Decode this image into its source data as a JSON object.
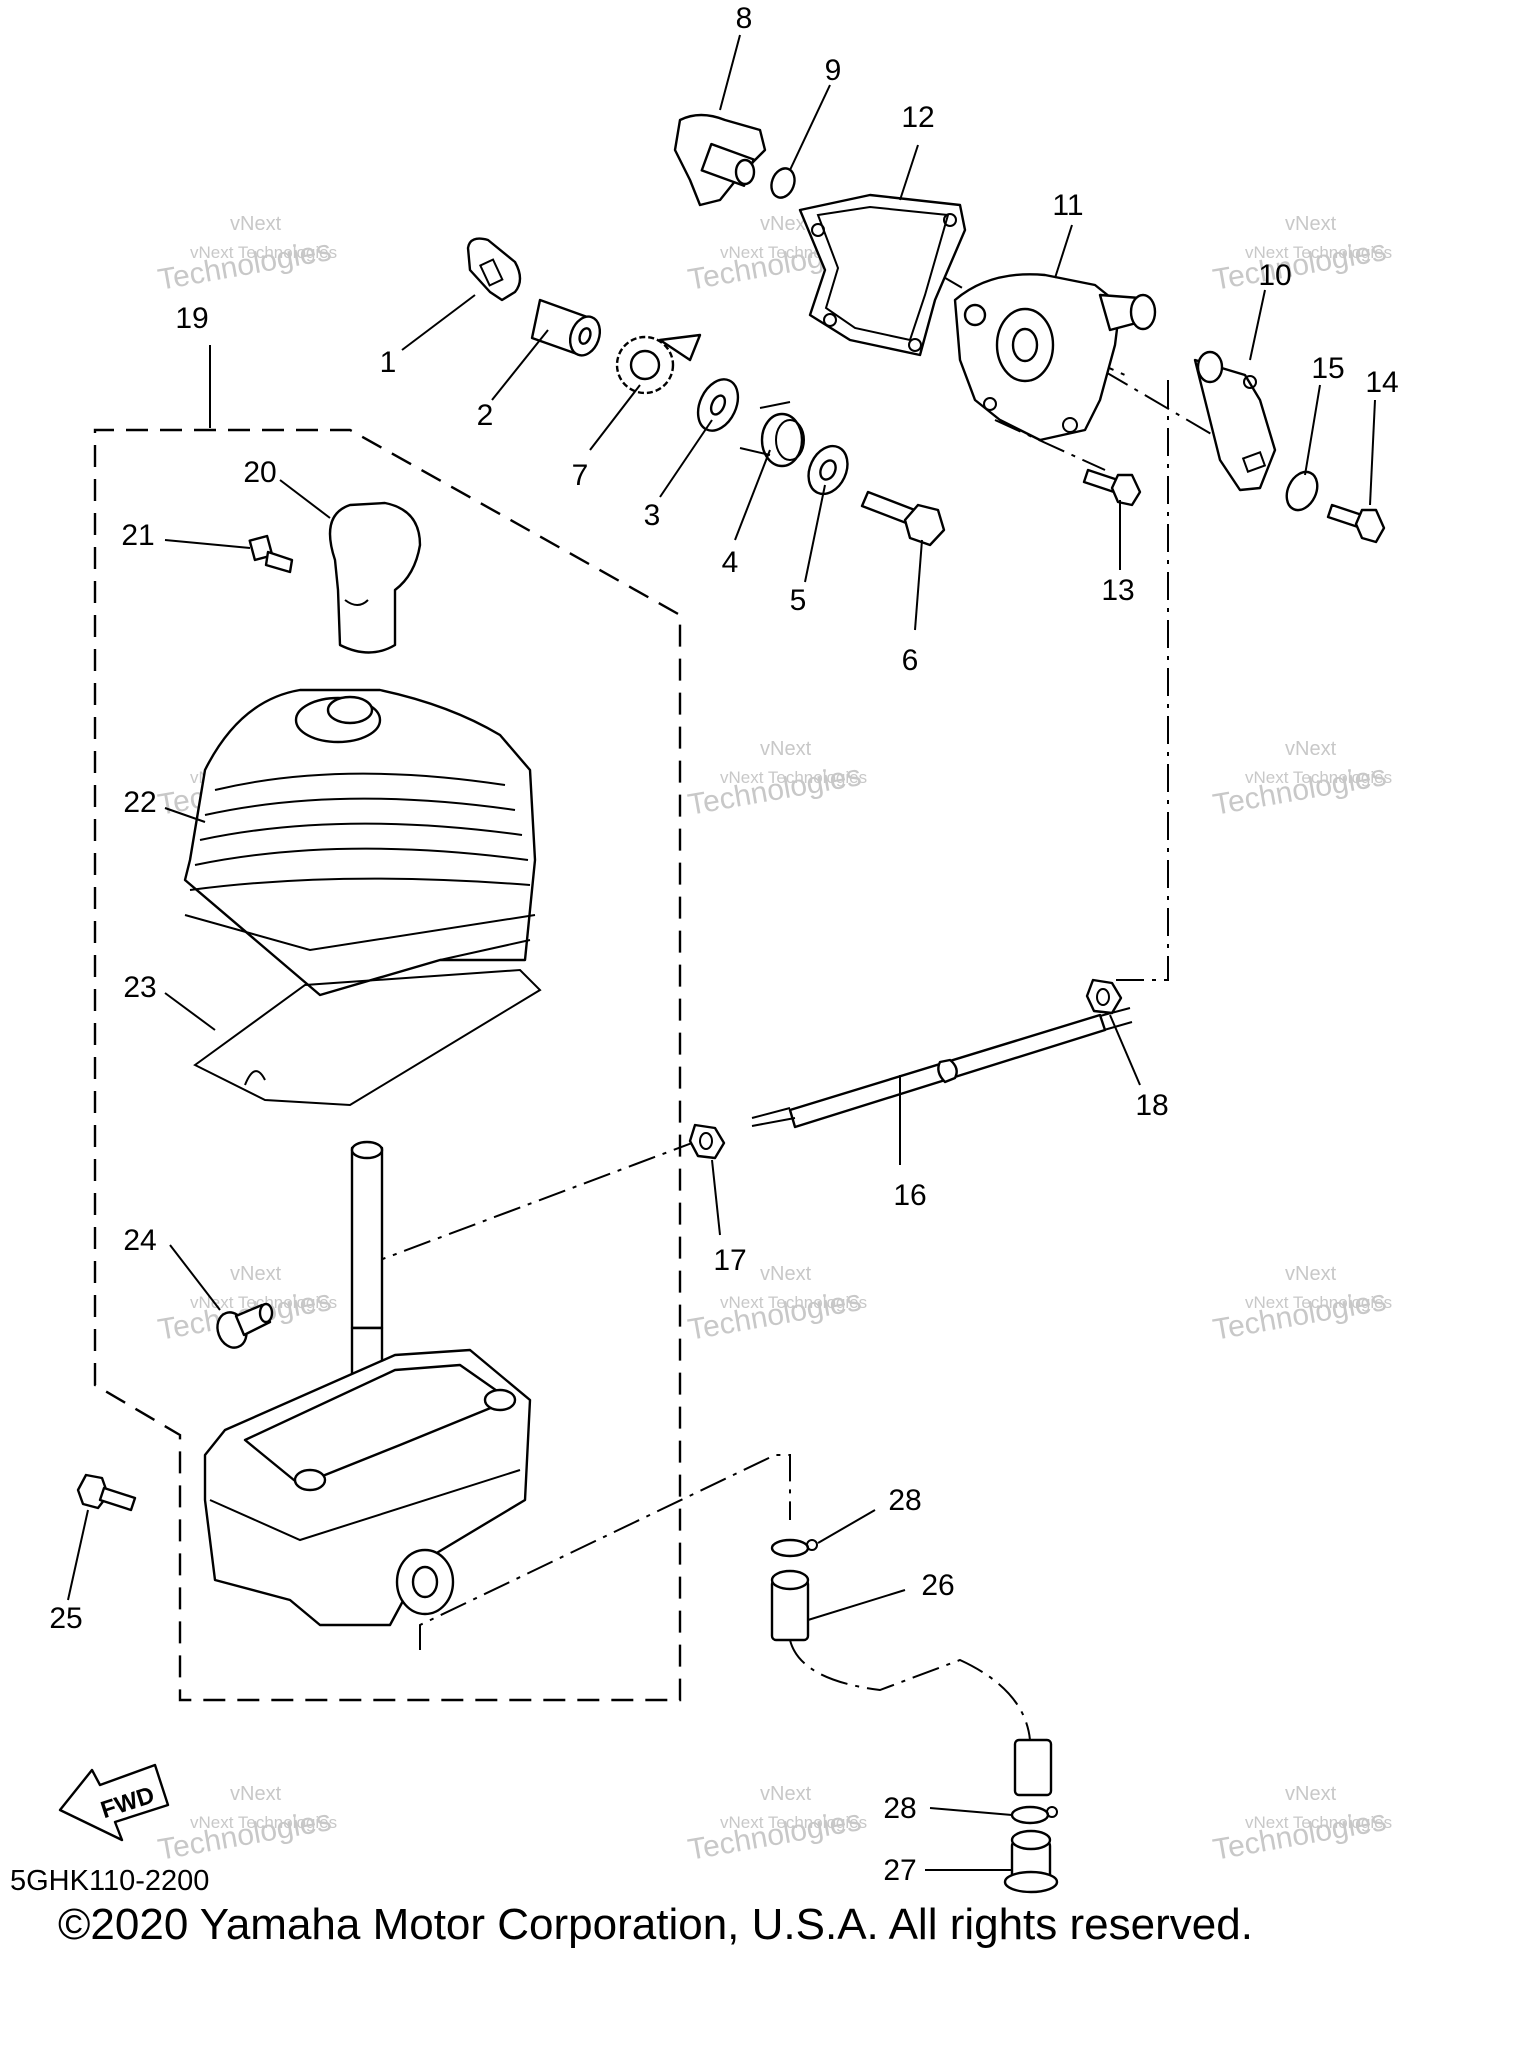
{
  "diagram": {
    "callouts": [
      "1",
      "2",
      "3",
      "4",
      "5",
      "6",
      "7",
      "8",
      "9",
      "10",
      "11",
      "12",
      "13",
      "14",
      "15",
      "16",
      "17",
      "18",
      "19",
      "20",
      "21",
      "22",
      "23",
      "24",
      "25",
      "26",
      "27",
      "28",
      "28"
    ],
    "fwd_label": "FWD",
    "drawing_code": "5GHK110-2200",
    "copyright": "©2020 Yamaha Motor Corporation, U.S.A. All rights reserved.",
    "watermark": {
      "line1": "vNext",
      "line2": "vNext Technologies",
      "line3": "Technologies"
    }
  }
}
